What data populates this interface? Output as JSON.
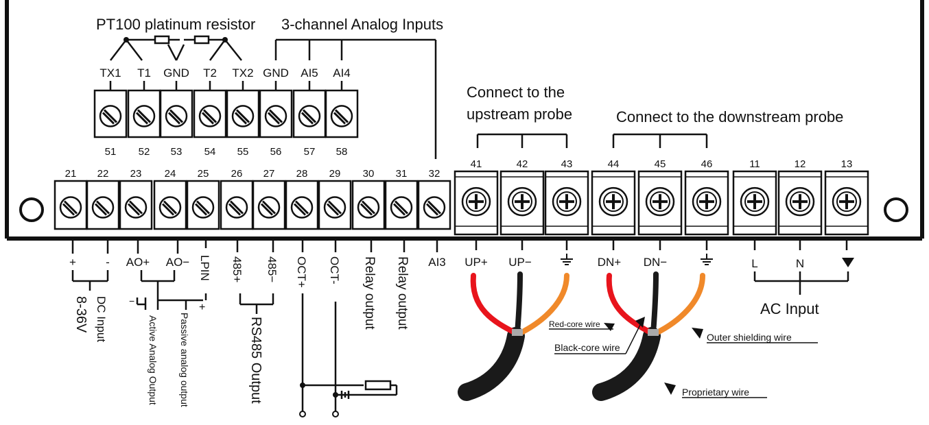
{
  "headings": {
    "pt100": "PT100 platinum resistor",
    "analog_inputs": "3-channel Analog Inputs",
    "upstream_line1": "Connect to the",
    "upstream_line2": "upstream probe",
    "downstream": "Connect to the downstream probe",
    "ac_input": "AC Input"
  },
  "upper_block": {
    "terminals": [
      {
        "top": "TX1",
        "num": "51"
      },
      {
        "top": "T1",
        "num": "52"
      },
      {
        "top": "GND",
        "num": "53"
      },
      {
        "top": "T2",
        "num": "54"
      },
      {
        "top": "TX2",
        "num": "55"
      },
      {
        "top": "GND",
        "num": "56"
      },
      {
        "top": "AI5",
        "num": "57"
      },
      {
        "top": "AI4",
        "num": "58"
      }
    ]
  },
  "lower_block": {
    "small_terminals": [
      "21",
      "22",
      "23",
      "24",
      "25",
      "26",
      "27",
      "28",
      "29",
      "30",
      "31",
      "32"
    ],
    "probe_terminals": [
      {
        "num": "41",
        "label": "UP+"
      },
      {
        "num": "42",
        "label": "UP−"
      },
      {
        "num": "43",
        "label": "ground"
      },
      {
        "num": "44",
        "label": "DN+"
      },
      {
        "num": "45",
        "label": "DN−"
      },
      {
        "num": "46",
        "label": "ground"
      }
    ],
    "ac_terminals": [
      {
        "num": "11",
        "label": "L"
      },
      {
        "num": "12",
        "label": "N"
      },
      {
        "num": "13",
        "label": "earth"
      }
    ]
  },
  "bottom_labels": {
    "plus": "+",
    "minus": "-",
    "ao_plus": "AO+",
    "ao_minus": "AO−",
    "lpin": "LPIN",
    "rs485_plus": "485+",
    "rs485_minus": "485−",
    "oct_plus": "OCT+",
    "oct_minus": "OCT-",
    "relay1": "Relay output",
    "relay2": "Relay output",
    "ai3": "AI3",
    "dc_input": "DC Input",
    "dc_voltage": "8-36V",
    "active_analog": "Active Analog Output",
    "passive_analog": "Passive analog output",
    "rs485_output": "RS485 Output",
    "small_minus": "−",
    "small_plus": "+"
  },
  "wire_labels": {
    "red_core": "Red-core wire",
    "black_core": "Black-core wire",
    "outer_shield": "Outer shielding wire",
    "proprietary": "Proprietary wire"
  },
  "colors": {
    "red_wire": "#e8141c",
    "orange_wire": "#f0892a",
    "black_wire": "#1a1a1a",
    "frame": "#111111"
  }
}
